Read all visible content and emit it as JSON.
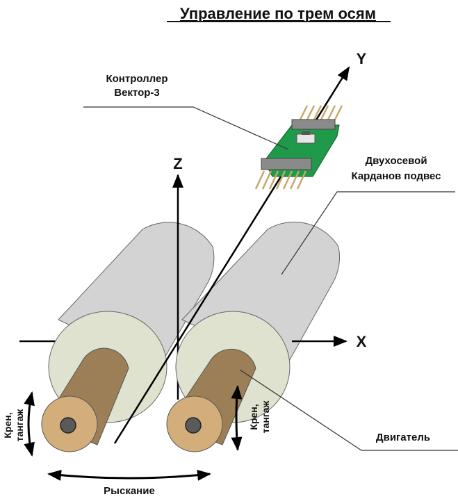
{
  "title": "Управление по трем осям",
  "axes": {
    "x": "X",
    "y": "Y",
    "z": "Z"
  },
  "callouts": {
    "controller_line1": "Контроллер",
    "controller_line2": "Вектор-3",
    "gimbal_line1": "Двухосевой",
    "gimbal_line2": "Карданов подвес",
    "motor": "Двигатель"
  },
  "motion_labels": {
    "roll_pitch_line1": "Крен,",
    "roll_pitch_line2": "тангаж",
    "yaw": "Рыскание"
  },
  "colors": {
    "cylinder_body": "#d3d3d3",
    "cylinder_face": "#dfe2cf",
    "motor_body": "#9c7f57",
    "motor_face": "#d3ad7a",
    "shaft": "#5a5a5a",
    "pcb": "#1f9a4a",
    "pins": "#c8a76a"
  }
}
